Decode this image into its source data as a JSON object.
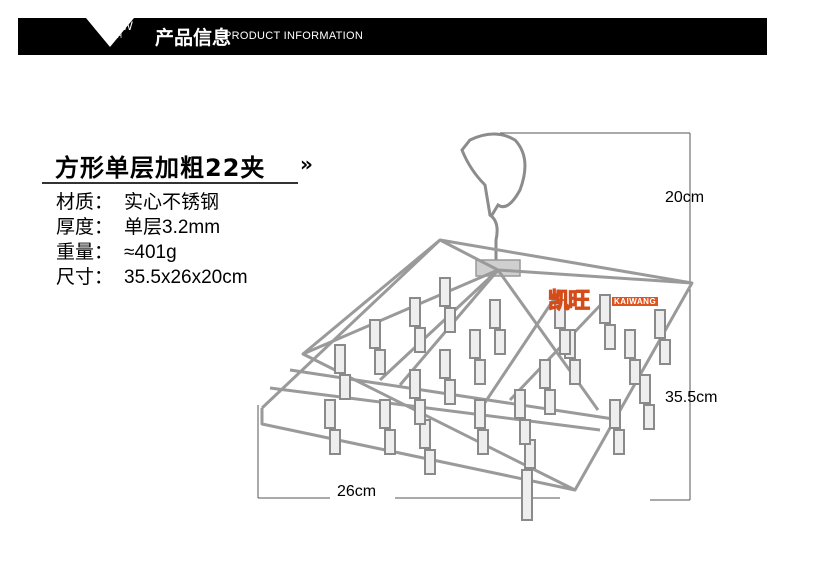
{
  "header": {
    "show_label": "SHOW",
    "with_label": "WITH",
    "title_cn": "产品信息",
    "title_en": "PRODUCT INFORMATION"
  },
  "product": {
    "title": "方形单层加粗22夹",
    "title_marker": "»",
    "specs": [
      {
        "label": "材质：",
        "value": "实心不锈钢"
      },
      {
        "label": "厚度：",
        "value": "单层3.2mm"
      },
      {
        "label": "重量：",
        "value": "≈401g"
      },
      {
        "label": "尺寸：",
        "value": "35.5x26x20cm"
      }
    ]
  },
  "dimensions": {
    "height": "20cm",
    "length": "35.5cm",
    "width": "26cm"
  },
  "brand": {
    "logo_cn": "凯旺",
    "logo_en": "KAIWANG"
  },
  "colors": {
    "header_bg": "#000000",
    "logo_fill": "#f2d64a",
    "logo_stroke": "#e0531c",
    "metal": "#9a9a9a"
  }
}
